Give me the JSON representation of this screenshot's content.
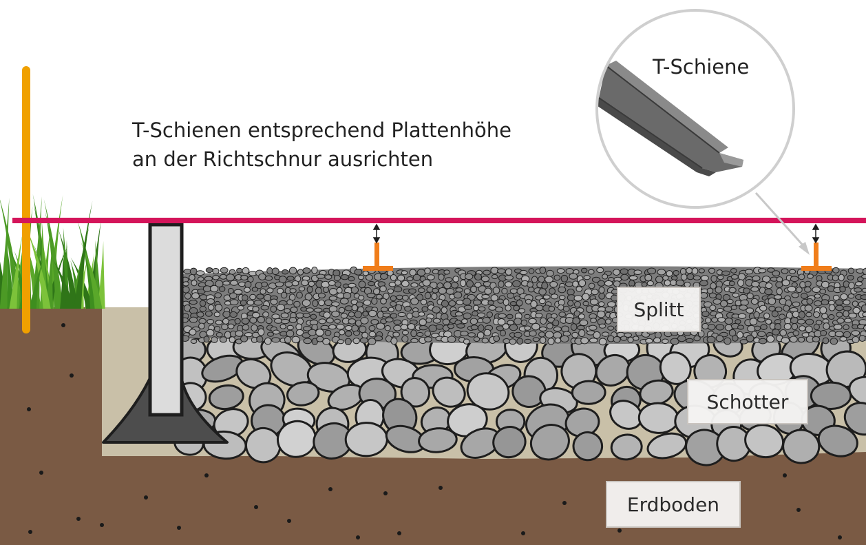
{
  "instruction": {
    "line1": "T-Schienen entsprechend Plattenhöhe",
    "line2": "an der Richtschnur ausrichten"
  },
  "zoom": {
    "label": "T-Schiene"
  },
  "layers": {
    "split": "Splitt",
    "gravel": "Schotter",
    "soil": "Erdboden"
  },
  "colors": {
    "string": "#d4145a",
    "rail": "#f07d1a",
    "stake": "#f0a000",
    "soil": "#7a5a44",
    "sand": "#c9c0a8",
    "stone": "#b8b8b8",
    "grit": "#8e8e8e",
    "curb_foot": "#4d4d4d",
    "curb": "#dcdcdc",
    "grass": "#5aa82a"
  }
}
